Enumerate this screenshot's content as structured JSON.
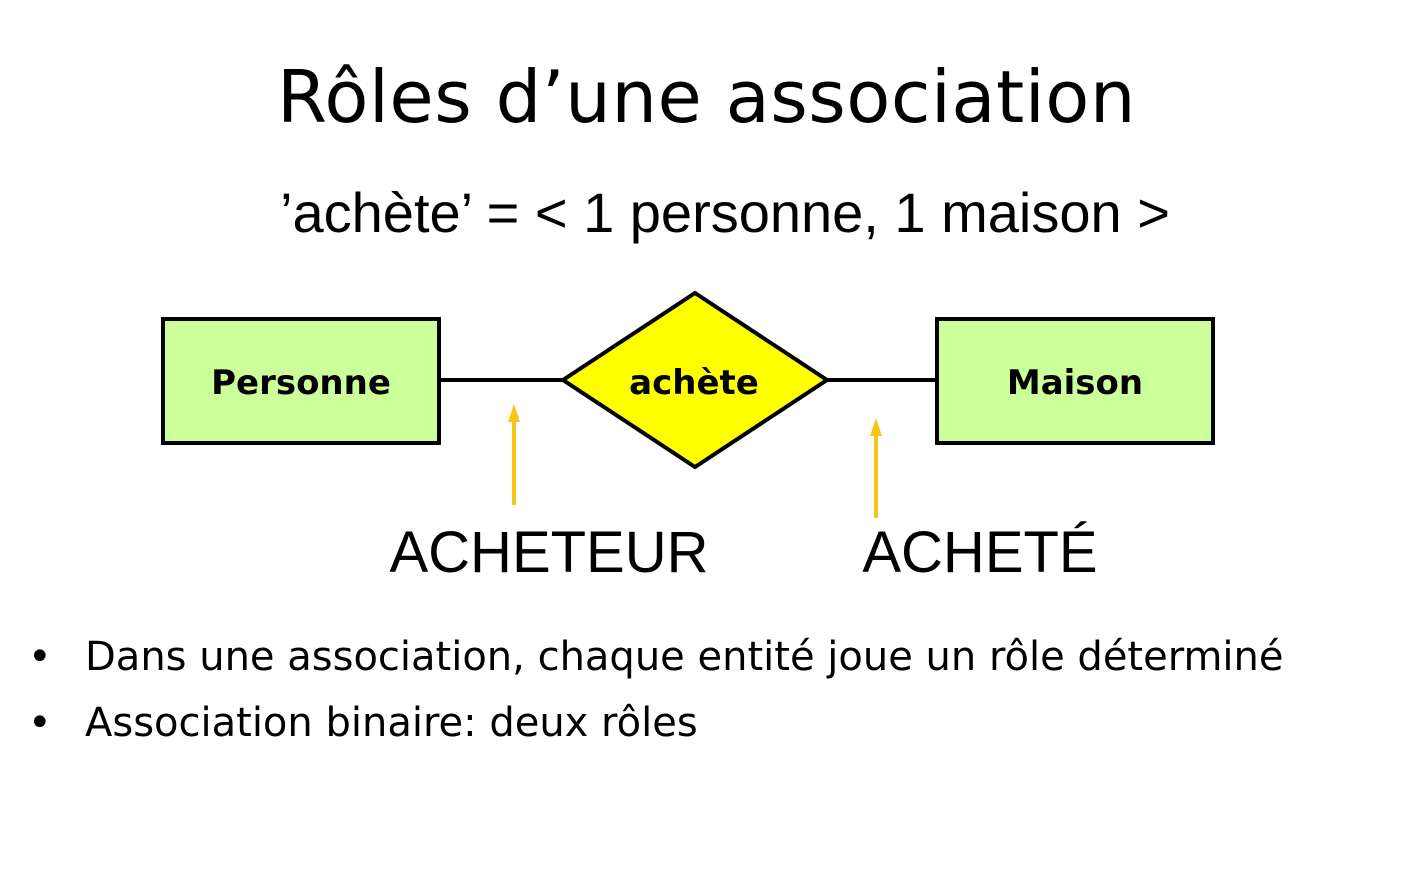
{
  "slide": {
    "title": "Rôles d’une association",
    "subtitle": "’achète’ = < 1 personne, 1 maison >"
  },
  "diagram": {
    "entity_left": "Personne",
    "relationship": "achète",
    "entity_right": "Maison",
    "role_left": "ACHETEUR",
    "role_right": "ACHETÉ",
    "colors": {
      "entity_fill": "#ccff99",
      "relationship_fill": "#ffff00",
      "role_arrow": "#f5c518",
      "outline": "#000000"
    }
  },
  "bullets": [
    {
      "symbol": "•",
      "text": "Dans une association, chaque entité joue un rôle déterminé"
    },
    {
      "symbol": "•",
      "text": "Association binaire: deux rôles"
    }
  ]
}
